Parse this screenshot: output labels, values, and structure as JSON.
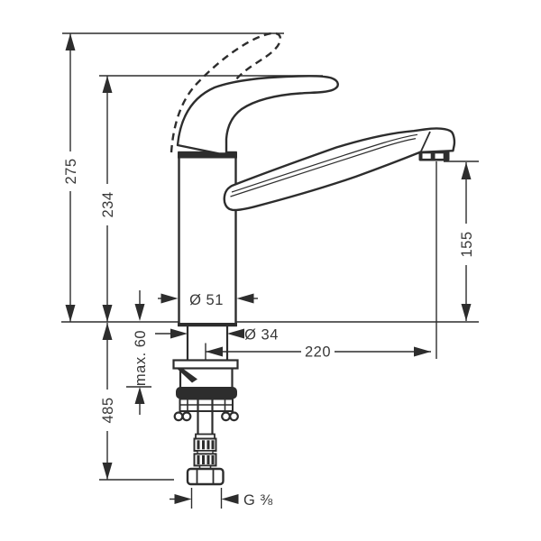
{
  "drawing": {
    "kind": "kitchen-mixer-tap-dimensional-drawing",
    "background_color": "#ffffff",
    "line_color": "#2d2d2d",
    "text_color": "#383838"
  },
  "labels": {
    "d275": "275",
    "d234": "234",
    "d485": "485",
    "max60": "max. 60",
    "d51": "Ø 51",
    "d34": "Ø 34",
    "d220": "220",
    "d155": "155",
    "g38": "G ⅜"
  }
}
